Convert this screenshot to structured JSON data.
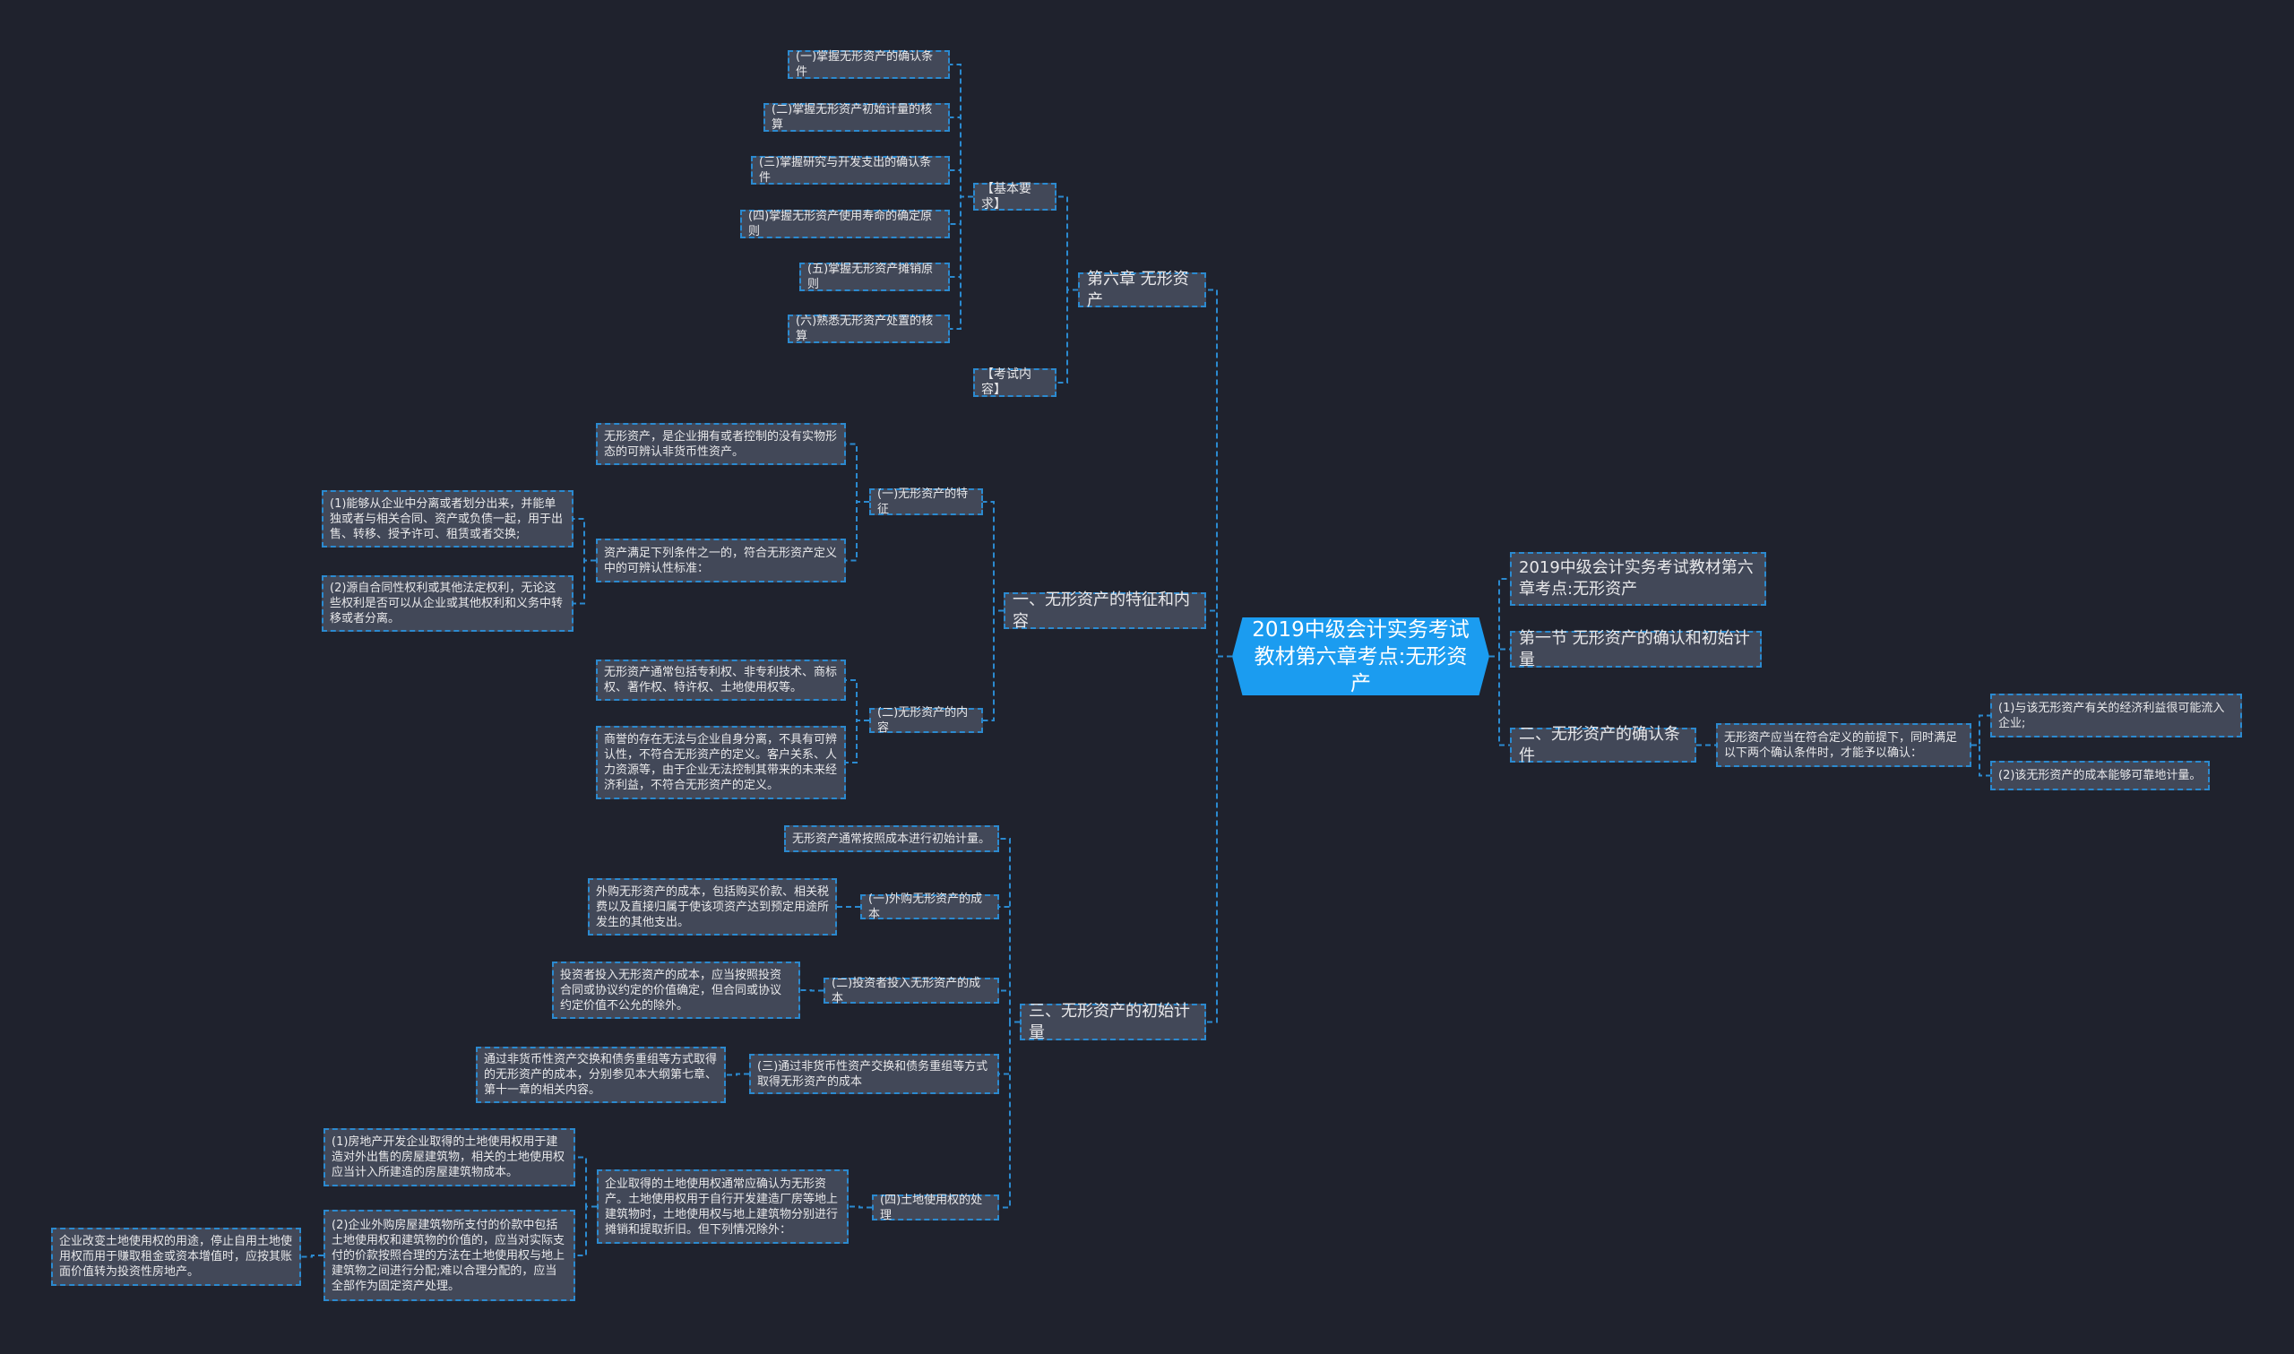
{
  "root": "2019中级会计实务考试教材第六章考点:无形资产",
  "right": {
    "title_node": "2019中级会计实务考试教材第六章考点:无形资产",
    "section1": "第一节 无形资产的确认和初始计量",
    "recognition": {
      "label": "二、无形资产的确认条件",
      "desc": "无形资产应当在符合定义的前提下，同时满足以下两个确认条件时，才能予以确认：",
      "cond1": "(1)与该无形资产有关的经济利益很可能流入企业;",
      "cond2": "(2)该无形资产的成本能够可靠地计量。"
    }
  },
  "chapter": {
    "label": "第六章 无形资产",
    "basic": "【基本要求】",
    "exam": "【考试内容】",
    "requirements": [
      "(一)掌握无形资产的确认条件",
      "(二)掌握无形资产初始计量的核算",
      "(三)掌握研究与开发支出的确认条件",
      "(四)掌握无形资产使用寿命的确定原则",
      "(五)掌握无形资产摊销原则",
      "(六)熟悉无形资产处置的核算"
    ]
  },
  "features": {
    "label": "一、无形资产的特征和内容",
    "trait": {
      "label": "(一)无形资产的特征",
      "def": "无形资产，是企业拥有或者控制的没有实物形态的可辨认非货币性资产。",
      "ident": "资产满足下列条件之一的，符合无形资产定义中的可辨认性标准：",
      "c1": "(1)能够从企业中分离或者划分出来，并能单独或者与相关合同、资产或负债一起，用于出售、转移、授予许可、租赁或者交换;",
      "c2": "(2)源自合同性权利或其他法定权利，无论这些权利是否可以从企业或其他权利和义务中转移或者分离。"
    },
    "content": {
      "label": "(二)无形资产的内容",
      "c1": "无形资产通常包括专利权、非专利技术、商标权、著作权、特许权、土地使用权等。",
      "c2": "商誉的存在无法与企业自身分离，不具有可辨认性，不符合无形资产的定义。客户关系、人力资源等，由于企业无法控制其带来的未来经济利益，不符合无形资产的定义。"
    }
  },
  "initial": {
    "label": "三、无形资产的初始计量",
    "general": "无形资产通常按照成本进行初始计量。",
    "purchased": {
      "label": "(一)外购无形资产的成本",
      "desc": "外购无形资产的成本，包括购买价款、相关税费以及直接归属于使该项资产达到预定用途所发生的其他支出。"
    },
    "invested": {
      "label": "(二)投资者投入无形资产的成本",
      "desc": "投资者投入无形资产的成本，应当按照投资合同或协议约定的价值确定，但合同或协议约定价值不公允的除外。"
    },
    "exchange": {
      "label": "(三)通过非货币性资产交换和债务重组等方式取得无形资产的成本",
      "desc": "通过非货币性资产交换和债务重组等方式取得的无形资产的成本，分别参见本大纲第七章、第十一章的相关内容。"
    },
    "land": {
      "label": "(四)土地使用权的处理",
      "desc": "企业取得的土地使用权通常应确认为无形资产。土地使用权用于自行开发建造厂房等地上建筑物时，土地使用权与地上建筑物分别进行摊销和提取折旧。但下列情况除外：",
      "e1": "(1)房地产开发企业取得的土地使用权用于建造对外出售的房屋建筑物，相关的土地使用权应当计入所建造的房屋建筑物成本。",
      "e2": "(2)企业外购房屋建筑物所支付的价款中包括土地使用权和建筑物的价值的，应当对实际支付的价款按照合理的方法在土地使用权与地上建筑物之间进行分配;难以合理分配的，应当全部作为固定资产处理。",
      "e3": "企业改变土地使用权的用途，停止自用土地使用权而用于赚取租金或资本增值时，应按其账面价值转为投资性房地产。"
    }
  },
  "colors": {
    "background": "#1f222d",
    "node": "#424858",
    "border": "#2b8ad0",
    "root": "#1b9cf0"
  }
}
